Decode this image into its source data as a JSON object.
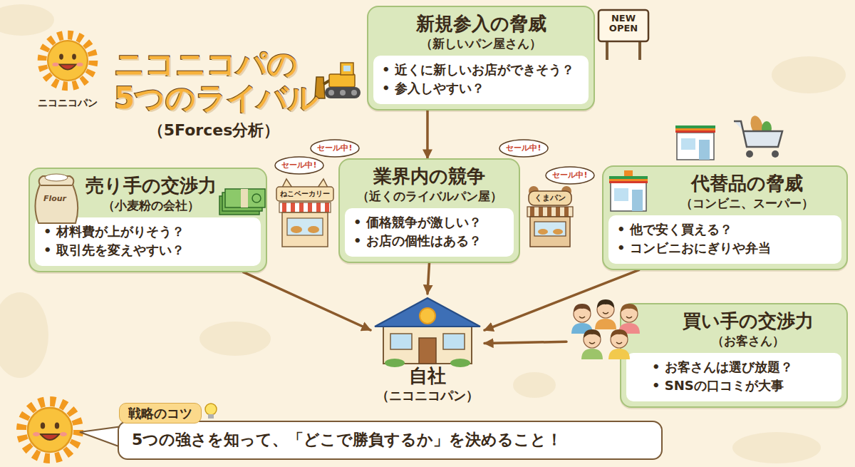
{
  "diagram": {
    "title": "ニコニコパの 5つのライバル",
    "nodes": [
      {
        "text": [
          "新規参入の脅威",
          "（新しいパン屋さん）",
          "• 近くに新しいお店ができそう？",
          "• 参入しやすい？"
        ]
      },
      {
        "text": [
          "売り手の交渉力",
          "（小麦粉の会社）",
          "• 材料費が上がりそう？",
          "• 取引先を変えやすい？"
        ]
      },
      {
        "text": [
          "業界内の競争",
          "（近くのライバルパン屋）",
          "• 価格競争が激しい？",
          "• お店の個性はある？"
        ]
      },
      {
        "text": [
          "代替品の脅威",
          "（コンビニ、スーパー）",
          "• 他で安く買える？",
          "• コンビニおにぎりや弁当"
        ]
      },
      {
        "text": [
          "自社",
          "（ニコニコパン）"
        ]
      },
      {
        "text": [
          "買い手の交渉力",
          "（お客さん）",
          "• お客さんは選び放題？",
          "• SNSの口コミが大事"
        ]
      },
      {
        "text": [
          "戦略のコツ",
          "5つの強さを知って、「どこで勝負するか」を決めること！"
        ]
      }
    ],
    "edges": [
      {
        "from": 0,
        "to": 2,
        "arrow": "to"
      },
      {
        "from": 1,
        "to": 4,
        "arrow": "to"
      },
      {
        "from": 2,
        "to": 4,
        "arrow": "to"
      },
      {
        "from": 3,
        "to": 4,
        "arrow": "to"
      },
      {
        "from": 5,
        "to": 4,
        "arrow": "to"
      }
    ],
    "labels": [
      "ニコニコパン",
      "（5Forces分析）",
      "NEW OPEN",
      "Flour",
      "セール中!",
      "セール中!",
      "セール中!",
      "セール中!",
      "ねこベーカリー",
      "くまパン"
    ]
  }
}
